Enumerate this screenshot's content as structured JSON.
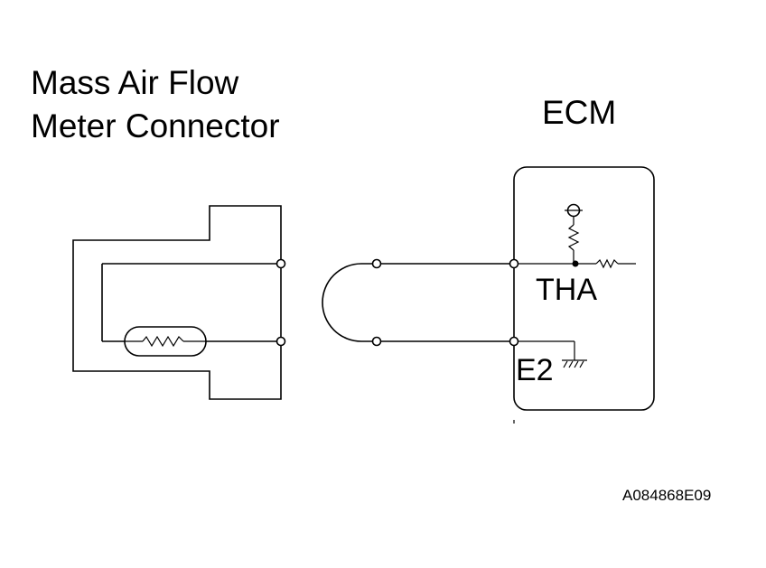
{
  "connector": {
    "title_line1": "Mass Air Flow",
    "title_line2": "Meter Connector"
  },
  "ecm": {
    "title": "ECM",
    "terminal_tha": "THA",
    "terminal_e2": "E2"
  },
  "figure_code": "A084868E09"
}
